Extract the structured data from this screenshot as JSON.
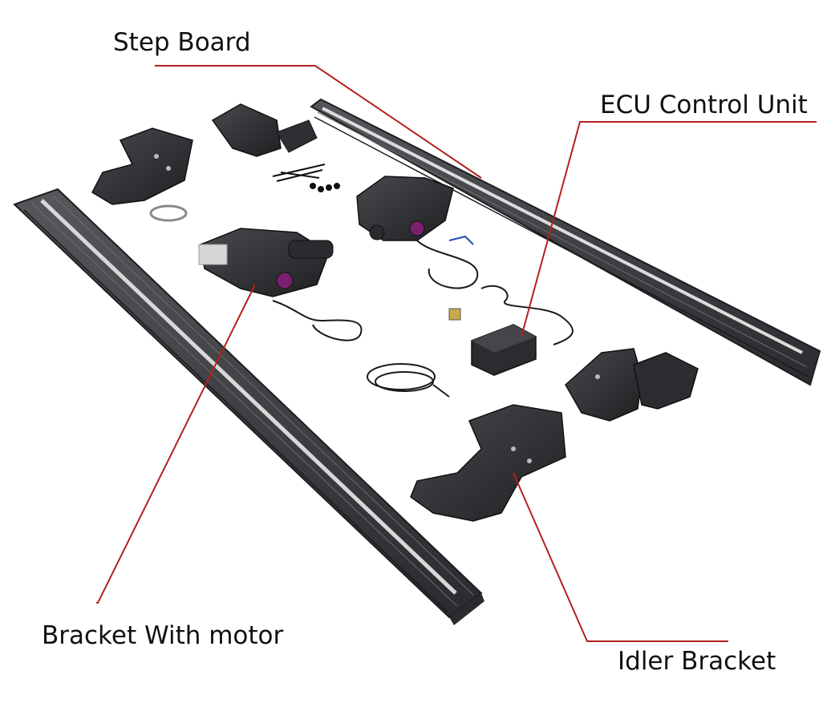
{
  "labels": {
    "step_board": "Step Board",
    "ecu_control_unit": "ECU Control Unit",
    "bracket_with_motor": "Bracket With motor",
    "idler_bracket": "Idler Bracket"
  },
  "colors": {
    "leader_line": "#b3201c",
    "board_body": "#3a3b3e",
    "board_edge": "#1f2023",
    "board_strip": "#d9d9d9",
    "bracket_metal": "#2c2d30",
    "motor_accent": "#7a1f6e",
    "cable": "#1a1a1a",
    "background": "#ffffff"
  }
}
